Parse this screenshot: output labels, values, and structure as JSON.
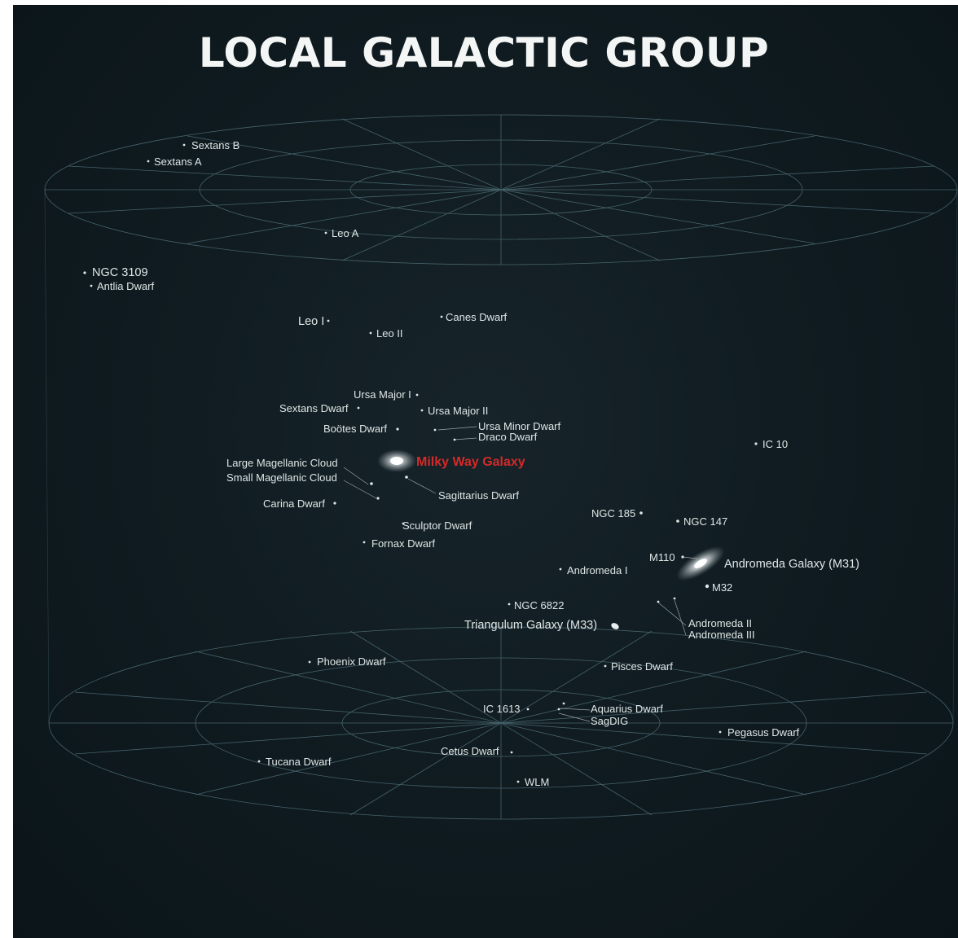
{
  "title": "LOCAL GALACTIC GROUP",
  "colors": {
    "background": "#111d22",
    "grid_lines": "#4f6f77",
    "label_text": "#dfe6e6",
    "highlight": "#d42a28"
  },
  "labels": {
    "sextans_b": "Sextans B",
    "sextans_a": "Sextans A",
    "leo_a": "Leo A",
    "ngc_3109": "NGC 3109",
    "antlia_dwarf": "Antlia Dwarf",
    "leo_i": "Leo I",
    "leo_ii": "Leo II",
    "canes_dwarf": "Canes Dwarf",
    "ursa_major_i": "Ursa Major I",
    "sextans_dwarf": "Sextans Dwarf",
    "ursa_major_ii": "Ursa Major II",
    "bootes_dwarf": "Boötes Dwarf",
    "ursa_minor_dwarf": "Ursa Minor Dwarf",
    "draco_dwarf": "Draco Dwarf",
    "ic_10": "IC 10",
    "large_magellanic_cloud": "Large Magellanic Cloud",
    "small_magellanic_cloud": "Small Magellanic Cloud",
    "milky_way": "Milky Way Galaxy",
    "sagittarius_dwarf": "Sagittarius Dwarf",
    "carina_dwarf": "Carina Dwarf",
    "sculptor_dwarf": "Sculptor Dwarf",
    "fornax_dwarf": "Fornax Dwarf",
    "ngc_185": "NGC 185",
    "ngc_147": "NGC 147",
    "m110": "M110",
    "andromeda_galaxy": "Andromeda Galaxy (M31)",
    "andromeda_i": "Andromeda I",
    "m32": "M32",
    "ngc_6822": "NGC 6822",
    "andromeda_ii": "Andromeda II",
    "andromeda_iii": "Andromeda III",
    "triangulum": "Triangulum Galaxy (M33)",
    "phoenix_dwarf": "Phoenix Dwarf",
    "pisces_dwarf": "Pisces Dwarf",
    "ic_1613": "IC 1613",
    "aquarius_dwarf": "Aquarius Dwarf",
    "sagdig": "SagDIG",
    "pegasus_dwarf": "Pegasus Dwarf",
    "cetus_dwarf": "Cetus Dwarf",
    "tucana_dwarf": "Tucana Dwarf",
    "wlm": "WLM"
  }
}
